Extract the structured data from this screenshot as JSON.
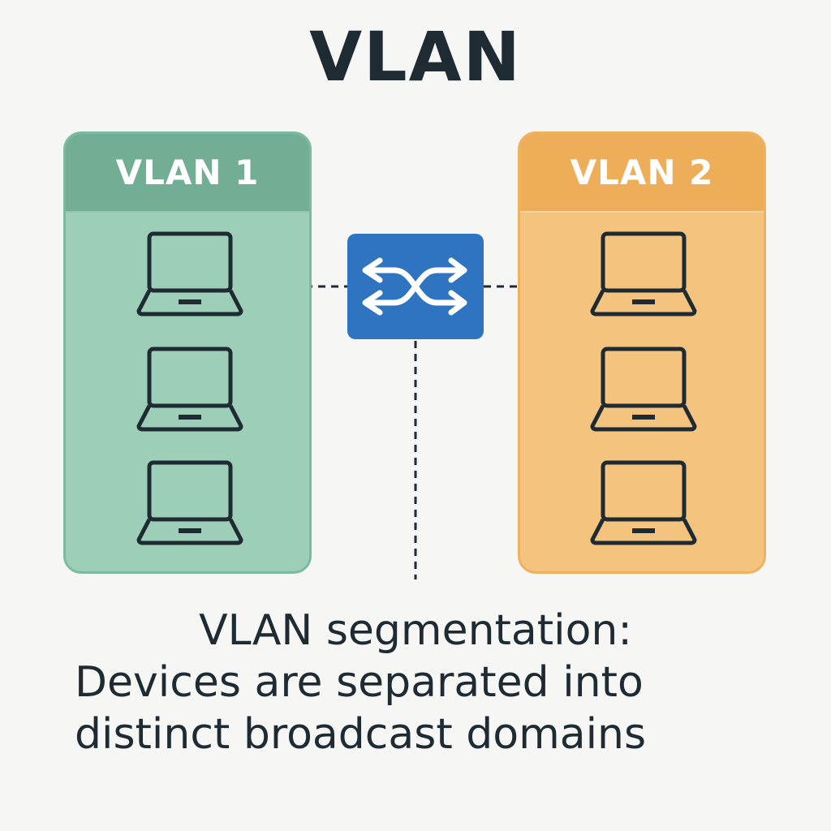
{
  "title": "VLAN",
  "vlans": [
    {
      "label": "VLAN 1",
      "color": "#9dceb7",
      "header_color": "#72ae94",
      "device_count": 3
    },
    {
      "label": "VLAN 2",
      "color": "#f4c47f",
      "header_color": "#eead59",
      "device_count": 3
    }
  ],
  "switch": {
    "icon": "switch-arrows-icon",
    "color": "#2f74c0"
  },
  "caption": {
    "line1": "VLAN segmentation:",
    "line2": "Devices are separated into",
    "line3": "distinct broadcast domains"
  }
}
